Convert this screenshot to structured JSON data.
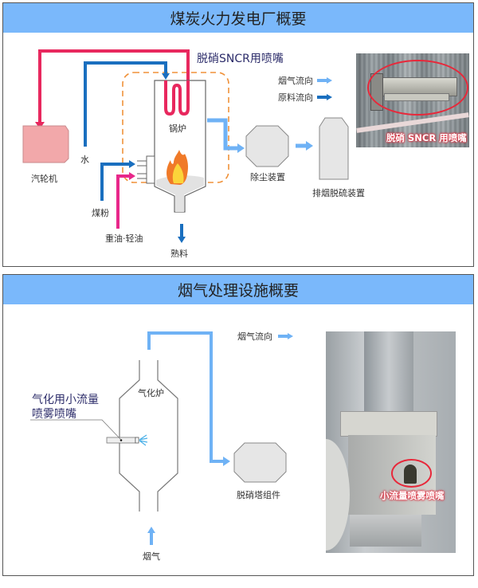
{
  "panel1": {
    "title": "煤炭火力发电厂概要",
    "labels": {
      "sncr_nozzle": "脱硝SNCR用喷嘴",
      "turbine": "汽轮机",
      "water": "水",
      "boiler": "锅炉",
      "coal_powder": "煤粉",
      "oil": "重油·轻油",
      "clinker": "熟料",
      "dust_collector": "除尘装置",
      "fgd": "排烟脱硫装置"
    },
    "legend": [
      {
        "label": "烟气流向",
        "color": "#6fb2f5"
      },
      {
        "label": "原料流向",
        "color": "#1a6fbf"
      }
    ],
    "photo_caption": "脱硝 SNCR 用喷嘴"
  },
  "panel2": {
    "title": "烟气处理设施概要",
    "labels": {
      "nozzle_callout_line1": "气化用小流量",
      "nozzle_callout_line2": "喷雾喷嘴",
      "gasifier": "气化炉",
      "flue_gas": "烟气",
      "denox_tower": "脱硝塔组件"
    },
    "legend": [
      {
        "label": "烟气流向",
        "color": "#6fb2f5"
      }
    ],
    "photo_caption": "小流量喷雾喷嘴"
  },
  "colors": {
    "header_bg": "#7ab8fb",
    "flue_arrow": "#6fb2f5",
    "material_arrow": "#1a6fbf",
    "steam_pipe": "#e8285e",
    "oil_pipe": "#e8288a",
    "dashed_outline": "#f0923a",
    "callout_text": "#2c2c6a"
  }
}
